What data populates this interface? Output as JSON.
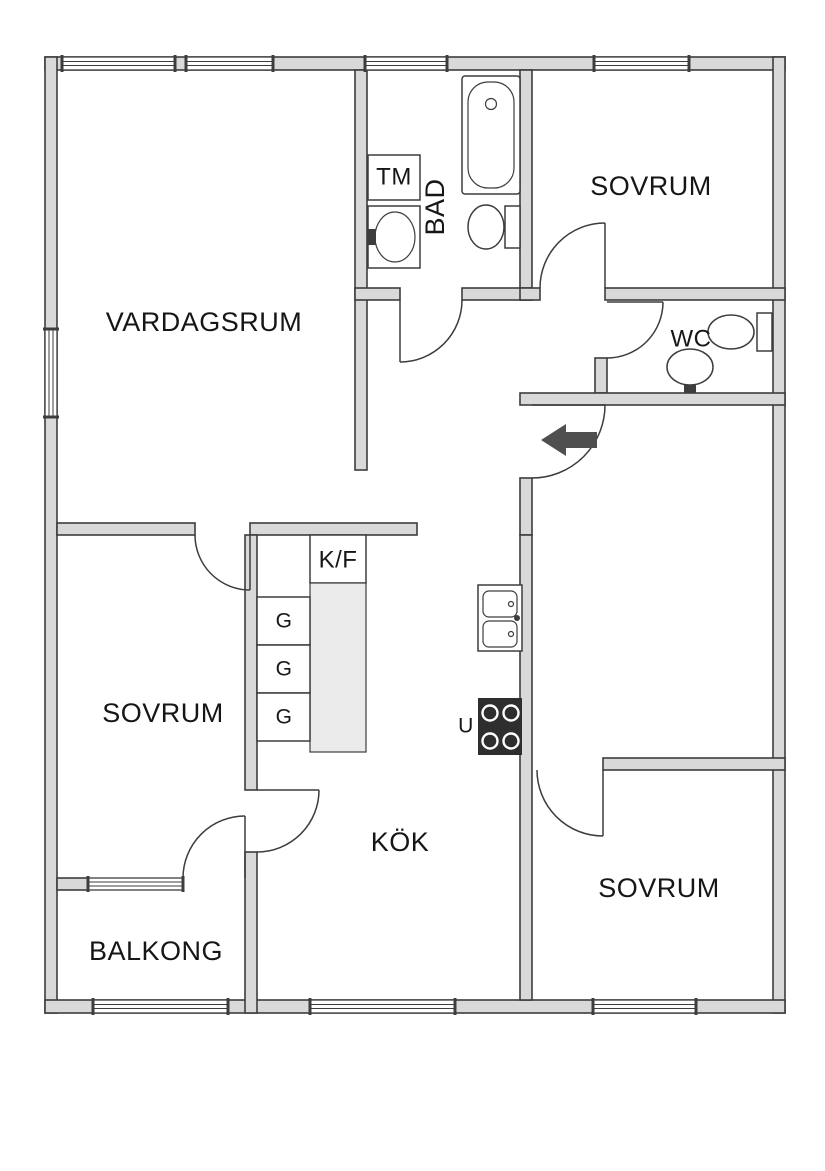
{
  "floorplan": {
    "colors": {
      "background": "#ffffff",
      "wall_fill": "#d9d9d9",
      "wall_stroke": "#3d3d3d",
      "cabinet_fill": "#ebebeb",
      "stove_fill": "#2e2e2e",
      "arrow_fill": "#4f4f4f",
      "label_color": "#161616"
    },
    "rooms": {
      "vardagsrum": {
        "label": "VARDAGSRUM"
      },
      "sovrum_top_right": {
        "label": "SOVRUM"
      },
      "bad": {
        "label": "BAD"
      },
      "wc": {
        "label": "WC"
      },
      "sovrum_left": {
        "label": "SOVRUM"
      },
      "kok": {
        "label": "KÖK"
      },
      "sovrum_bottom_right": {
        "label": "SOVRUM"
      },
      "balkong": {
        "label": "BALKONG"
      }
    },
    "fixtures": {
      "washing_machine": {
        "label": "TM"
      },
      "fridge_freezer": {
        "label": "K/F"
      },
      "wardrobe_top": {
        "label": "G"
      },
      "wardrobe_middle": {
        "label": "G"
      },
      "wardrobe_bottom": {
        "label": "G"
      },
      "oven": {
        "label": "U"
      }
    }
  }
}
